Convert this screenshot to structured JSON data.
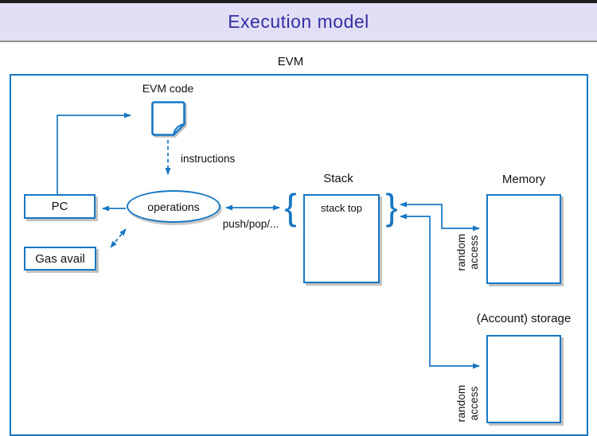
{
  "header": {
    "title": "Execution model"
  },
  "diagram": {
    "container_label": "EVM",
    "evm_code_label": "EVM code",
    "instructions_label": "instructions",
    "pc_label": "PC",
    "gas_label": "Gas avail",
    "operations_label": "operations",
    "push_pop_label": "push/pop/...",
    "stack_label": "Stack",
    "stack_top_label": "stack top",
    "memory_label": "Memory",
    "storage_label": "(Account) storage",
    "random_access_label": "random\naccess",
    "brace_left": "{",
    "brace_right": "}"
  },
  "colors": {
    "accent_blue": "#1777c4",
    "header_background": "#e2def6",
    "title_text": "#3130a2",
    "top_bar": "#1e1e1e"
  },
  "icons": {
    "document_icon": "document-with-folded-corner"
  }
}
